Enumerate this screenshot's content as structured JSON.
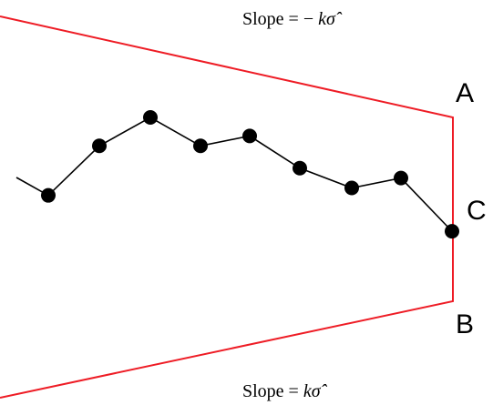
{
  "labels": {
    "top_slope_prefix": "Slope = ",
    "top_slope_sign": "− ",
    "top_slope_symbol": "kσ̂",
    "bottom_slope_prefix": "Slope = ",
    "bottom_slope_symbol": "kσ̂",
    "point_a": "A",
    "point_b": "B",
    "point_c": "C"
  },
  "colors": {
    "boundary": "#ee1c25",
    "series": "#000000"
  },
  "series": {
    "points": [
      1,
      2,
      3,
      4,
      5,
      6,
      7,
      8,
      9,
      10
    ],
    "values": [
      0.12,
      0.52,
      0.75,
      0.52,
      0.6,
      0.34,
      0.18,
      0.26,
      -0.17,
      null
    ],
    "endpoint_label": "C"
  }
}
